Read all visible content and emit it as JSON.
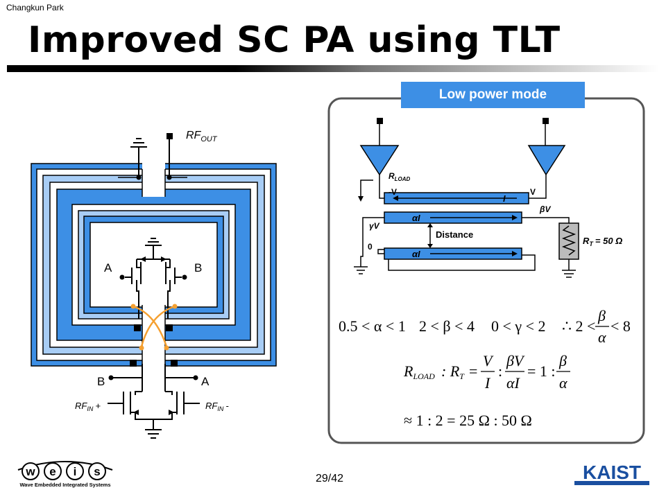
{
  "header": {
    "author": "Changkun Park",
    "title": "Improved SC PA using TLT"
  },
  "left_circuit": {
    "rf_out": "RF",
    "rf_out_sub": "OUT",
    "label_a_top": "A",
    "label_b_top": "B",
    "label_b_bottom": "B",
    "label_a_bottom": "A",
    "rf_in_plus": "RF",
    "rf_in_plus_sub": "IN",
    "rf_in_plus_sign": "+",
    "rf_in_minus": "RF",
    "rf_in_minus_sub": "IN",
    "rf_in_minus_sign": "-"
  },
  "right_panel": {
    "mode_label": "Low power mode",
    "r_load": "R",
    "r_load_sub": "LOAD",
    "neg_v": "-V",
    "v": "V",
    "i": "I",
    "beta_v": "βV",
    "gamma_v": "γV",
    "alpha_i_top": "αI",
    "alpha_i_bottom": "αI",
    "distance": "Distance",
    "zero": "0",
    "rt": "R",
    "rt_sub": "T",
    "rt_value": "= 50 Ω"
  },
  "equations": {
    "eq1a": "0.5 < α < 1",
    "eq1b": "2 < β < 4",
    "eq1c": "0 < γ < 2",
    "eq1d_pre": "∴ 2 <",
    "eq1d_num": "β",
    "eq1d_den": "α",
    "eq1d_post": "< 8",
    "eq2_lhs": "R",
    "eq2_lhs_sub": "LOAD",
    "eq2_rt": ": R",
    "eq2_rt_sub": "T",
    "eq2_eq1": "=",
    "eq2_f1_num": "V",
    "eq2_f1_den": "I",
    "eq2_colon1": ":",
    "eq2_f2_num": "βV",
    "eq2_f2_den": "αI",
    "eq2_mid": "= 1 :",
    "eq2_f3_num": "β",
    "eq2_f3_den": "α",
    "eq3": "≈ 1 : 2 = 25  Ω : 50  Ω"
  },
  "footer": {
    "logo_letters": [
      "w",
      "e",
      "i",
      "s"
    ],
    "logo_caption": "Wave Embedded Integrated Systems",
    "page": "29/42",
    "kaist": "KAIST"
  },
  "colors": {
    "dark_blue": "#3d8fe5",
    "light_blue": "#a8cdf5",
    "orange": "#f5a030",
    "panel_border": "#555555"
  }
}
